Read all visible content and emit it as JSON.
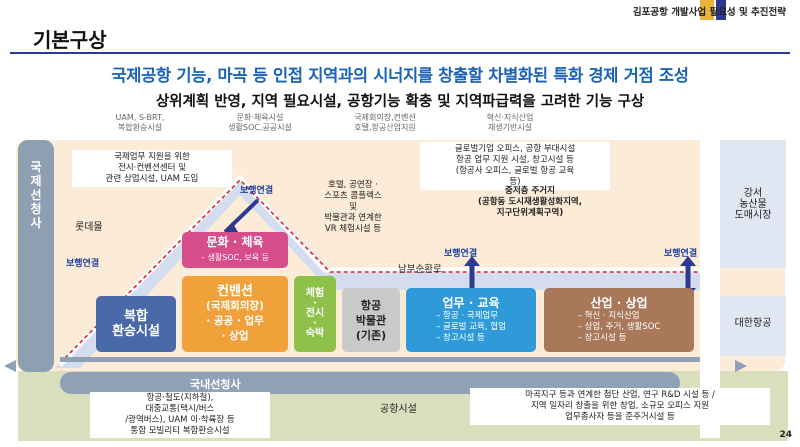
{
  "header": {
    "title": "김포공항 개발사업 필요성 및 추진전략",
    "accent": "#e8b43a"
  },
  "page_heading": "기본구상",
  "headline": "국제공항 기능, 마곡 등 인접 지역과의 시너지를 창출할 차별화된 특화 경제 거점 조성",
  "subline": "상위계획 반영, 지역 필요시설, 공항기능 확충 및 지역파급력을 고려한 기능 구상",
  "captions": {
    "c1": "UAM, S-BRT,\n복합환승시설",
    "c2": "문화·체육시설\n생활SOC,공공시설",
    "c3": "국제회의장,컨벤션\n호텔,항공산업지원",
    "c4": "혁신·지식산업\n재생기반시설"
  },
  "left_bar": "국\n제\n선\n청\n사",
  "left_notes": {
    "intl": "국제업무 지원을 위한\n전시·컨벤션센터 및\n관련 상업시설, UAM 도입",
    "lotte": "롯데몰",
    "walk1": "보행연결",
    "walk2": "보행연결",
    "hotel": "호텔, 공연장 ·\n스포츠 콤플렉스\n및\n박물관과 연계한\nVR 체험시설 등"
  },
  "top_note": "글로벌기업 오피스, 공항 부대시설\n항공 업무 지원 시설, 창고시설 등\n(항공사 오피스, 글로벌 항공 교육\n등)",
  "residential": "중저층 주거지\n(공항동 도시재생활성화지역,\n지구단위계획구역)",
  "walk3": "보행연결",
  "walk4": "보행연결",
  "south_road": "남부순환로",
  "boxes": {
    "transfer": "복합\n환승시설",
    "culture_title": "문화 · 체육",
    "culture_sub": "– 생활SOC, 보육 등",
    "convention_title": "컨벤션",
    "convention_sub": "(국제회의장)\n· 공공 · 업무\n· 상업",
    "experience": "체험\n·\n전시\n·\n숙박",
    "museum": "항공\n박물관\n(기존)",
    "business_title": "업무 · 교육",
    "business_list": "– 항공 · 국제업무\n– 글로벌 교육, 협업\n– 창고시설 등",
    "industry_title": "산업 · 상업",
    "industry_list": "– 혁신 · 지식산업\n– 상업, 주거, 생활SOC\n– 창고시설 등"
  },
  "right": {
    "top": "강서\n농산물\n도매시장",
    "mid": "대한항공"
  },
  "bottom": {
    "domestic": "국내선청사",
    "left_note": "항공·철도(지하철),\n대중교통(택시/버스\n/광역버스), UAM 이·착륙장 등\n통합 모빌리티 복합환승시설",
    "airport": "공항시설",
    "right_note": "마곡지구 등과 연계한 첨단 산업, 연구 R&D 시설 등 /\n지역 일자리 창출을 위한 창업, 소규모 오피스 지원\n업무종사자 등을 준주거시설 등"
  },
  "page_number": "24"
}
